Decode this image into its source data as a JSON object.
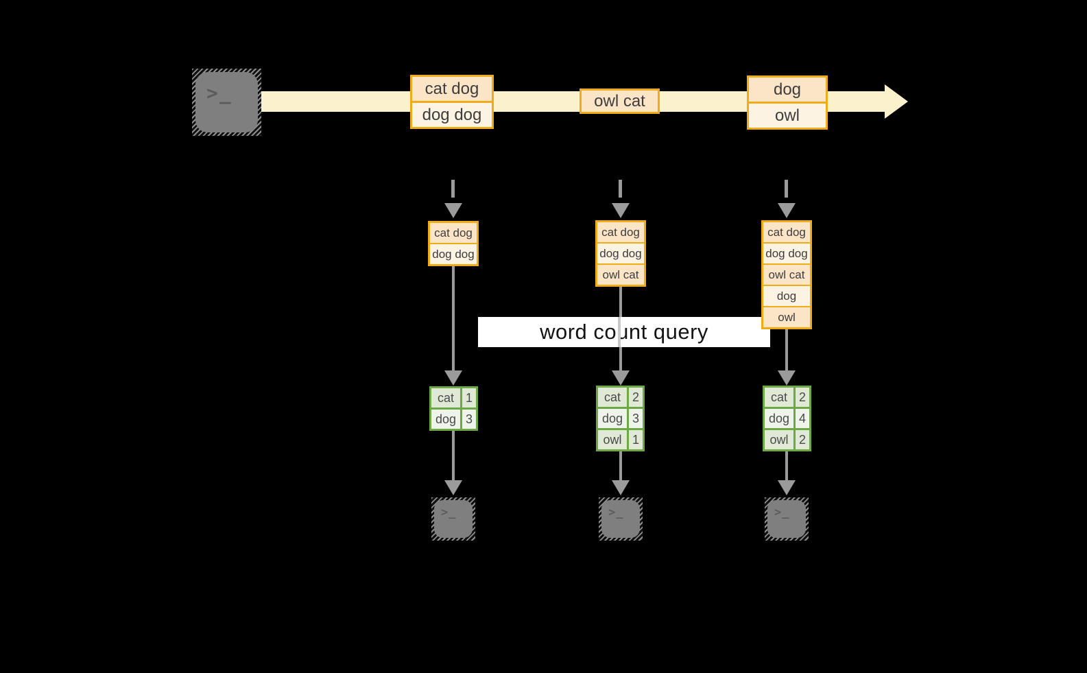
{
  "query_label": "word count query",
  "icons": {
    "terminal_prompt": ">",
    "terminal_cursor": "_"
  },
  "stream": {
    "events": [
      {
        "rows": [
          "cat dog",
          "dog dog"
        ]
      },
      {
        "rows": [
          "owl cat"
        ]
      },
      {
        "rows": [
          "dog",
          "owl"
        ]
      }
    ]
  },
  "states": [
    {
      "rows": [
        "cat dog",
        "dog dog"
      ]
    },
    {
      "rows": [
        "cat dog",
        "dog dog",
        "owl cat"
      ]
    },
    {
      "rows": [
        "cat dog",
        "dog dog",
        "owl cat",
        "dog",
        "owl"
      ]
    }
  ],
  "counts": [
    {
      "rows": [
        {
          "word": "cat",
          "count": "1"
        },
        {
          "word": "dog",
          "count": "3"
        }
      ]
    },
    {
      "rows": [
        {
          "word": "cat",
          "count": "2"
        },
        {
          "word": "dog",
          "count": "3"
        },
        {
          "word": "owl",
          "count": "1"
        }
      ]
    },
    {
      "rows": [
        {
          "word": "cat",
          "count": "2"
        },
        {
          "word": "dog",
          "count": "4"
        },
        {
          "word": "owl",
          "count": "2"
        }
      ]
    }
  ],
  "colors": {
    "band": "#fbf2cd",
    "box_border": "#f0ab18",
    "cell_dark": "#fce5c7",
    "cell_light": "#fdf3e3",
    "table_border": "#6ca945",
    "row_dark": "#dfe9d5",
    "row_light": "#eff4ea",
    "arrow_gray": "#9b9b9b",
    "ink": "#3d3d3d"
  }
}
